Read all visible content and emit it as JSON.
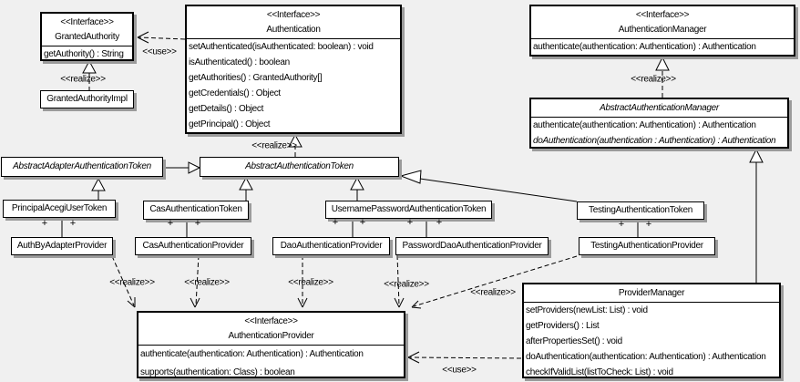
{
  "labels": {
    "use": "<<use>>",
    "realize": "<<realize>>",
    "plus": "+"
  },
  "classes": {
    "granted_authority": {
      "stereotype": "<<Interface>>",
      "name": "GrantedAuthority",
      "methods": [
        "getAuthority() : String"
      ]
    },
    "granted_authority_impl": {
      "name": "GrantedAuthorityImpl"
    },
    "authentication": {
      "stereotype": "<<Interface>>",
      "name": "Authentication",
      "methods": [
        "setAuthenticated(isAuthenticated: boolean) : void",
        "isAuthenticated() : boolean",
        "getAuthorities() : GrantedAuthority[]",
        "getCredentials() : Object",
        "getDetails() : Object",
        "getPrincipal() : Object"
      ]
    },
    "authentication_manager": {
      "stereotype": "<<Interface>>",
      "name": "AuthenticationManager",
      "methods": [
        "authenticate(authentication: Authentication) : Authentication"
      ]
    },
    "abstract_authentication_manager": {
      "name": "AbstractAuthenticationManager",
      "methods": [
        "authenticate(authentication: Authentication) : Authentication",
        "doAuthentication(authentication : Authentication) : Authentication"
      ]
    },
    "abstract_adapter_authentication_token": {
      "name": "AbstractAdapterAuthenticationToken"
    },
    "abstract_authentication_token": {
      "name": "AbstractAuthenticationToken"
    },
    "principal_acegi_user_token": {
      "name": "PrincipalAcegiUserToken"
    },
    "cas_authentication_token": {
      "name": "CasAuthenticationToken"
    },
    "username_password_authentication_token": {
      "name": "UsernamePasswordAuthenticationToken"
    },
    "testing_authentication_token": {
      "name": "TestingAuthenticationToken"
    },
    "auth_by_adapter_provider": {
      "name": "AuthByAdapterProvider"
    },
    "cas_authentication_provider": {
      "name": "CasAuthenticationProvider"
    },
    "dao_authentication_provider": {
      "name": "DaoAuthenticationProvider"
    },
    "password_dao_authentication_provider": {
      "name": "PasswordDaoAuthenticationProvider"
    },
    "testing_authentication_provider": {
      "name": "TestingAuthenticationProvider"
    },
    "authentication_provider": {
      "stereotype": "<<Interface>>",
      "name": "AuthenticationProvider",
      "methods": [
        "authenticate(authentication: Authentication) : Authentication",
        "supports(authentication: Class) : boolean"
      ]
    },
    "provider_manager": {
      "name": "ProviderManager",
      "methods": [
        "setProviders(newList: List) : void",
        "getProviders() : List",
        "afterPropertiesSet() : void",
        "doAuthentication(authentication: Authentication) : Authentication",
        "checkIfValidList(listToCheck: List) : void"
      ]
    }
  },
  "relationships": [
    {
      "type": "use",
      "from": "Authentication",
      "to": "GrantedAuthority",
      "label": "<<use>>"
    },
    {
      "type": "realize",
      "from": "GrantedAuthorityImpl",
      "to": "GrantedAuthority",
      "label": "<<realize>>"
    },
    {
      "type": "realize",
      "from": "AbstractAuthenticationToken",
      "to": "Authentication",
      "label": "<<realize>>"
    },
    {
      "type": "realize",
      "from": "AbstractAuthenticationManager",
      "to": "AuthenticationManager",
      "label": "<<realize>>"
    },
    {
      "type": "generalization",
      "from": "AbstractAdapterAuthenticationToken",
      "to": "AbstractAuthenticationToken"
    },
    {
      "type": "generalization",
      "from": "PrincipalAcegiUserToken",
      "to": "AbstractAdapterAuthenticationToken"
    },
    {
      "type": "generalization",
      "from": "CasAuthenticationToken",
      "to": "AbstractAuthenticationToken"
    },
    {
      "type": "generalization",
      "from": "UsernamePasswordAuthenticationToken",
      "to": "AbstractAuthenticationToken"
    },
    {
      "type": "generalization",
      "from": "TestingAuthenticationToken",
      "to": "AbstractAuthenticationToken"
    },
    {
      "type": "generalization",
      "from": "ProviderManager",
      "to": "AbstractAuthenticationManager"
    },
    {
      "type": "association",
      "from": "PrincipalAcegiUserToken",
      "to": "AuthByAdapterProvider",
      "end_labels": [
        "+",
        "+"
      ]
    },
    {
      "type": "association",
      "from": "CasAuthenticationToken",
      "to": "CasAuthenticationProvider",
      "end_labels": [
        "+",
        "+"
      ]
    },
    {
      "type": "association",
      "from": "UsernamePasswordAuthenticationToken",
      "to": "DaoAuthenticationProvider",
      "end_labels": [
        "+",
        "+"
      ]
    },
    {
      "type": "association",
      "from": "UsernamePasswordAuthenticationToken",
      "to": "PasswordDaoAuthenticationProvider",
      "end_labels": [
        "+",
        "+"
      ]
    },
    {
      "type": "association",
      "from": "TestingAuthenticationToken",
      "to": "TestingAuthenticationProvider",
      "end_labels": [
        "+",
        "+"
      ]
    },
    {
      "type": "realize",
      "from": "AuthByAdapterProvider",
      "to": "AuthenticationProvider",
      "label": "<<realize>>"
    },
    {
      "type": "realize",
      "from": "CasAuthenticationProvider",
      "to": "AuthenticationProvider",
      "label": "<<realize>>"
    },
    {
      "type": "realize",
      "from": "DaoAuthenticationProvider",
      "to": "AuthenticationProvider",
      "label": "<<realize>>"
    },
    {
      "type": "realize",
      "from": "PasswordDaoAuthenticationProvider",
      "to": "AuthenticationProvider",
      "label": "<<realize>>"
    },
    {
      "type": "realize",
      "from": "TestingAuthenticationProvider",
      "to": "AuthenticationProvider",
      "label": "<<realize>>"
    },
    {
      "type": "use",
      "from": "ProviderManager",
      "to": "AuthenticationProvider",
      "label": "<<use>>"
    }
  ],
  "colors": {
    "background": "#f0f0f0",
    "box_fill": "#ffffff",
    "line": "#000000",
    "shadow": "#9b9b9b"
  }
}
